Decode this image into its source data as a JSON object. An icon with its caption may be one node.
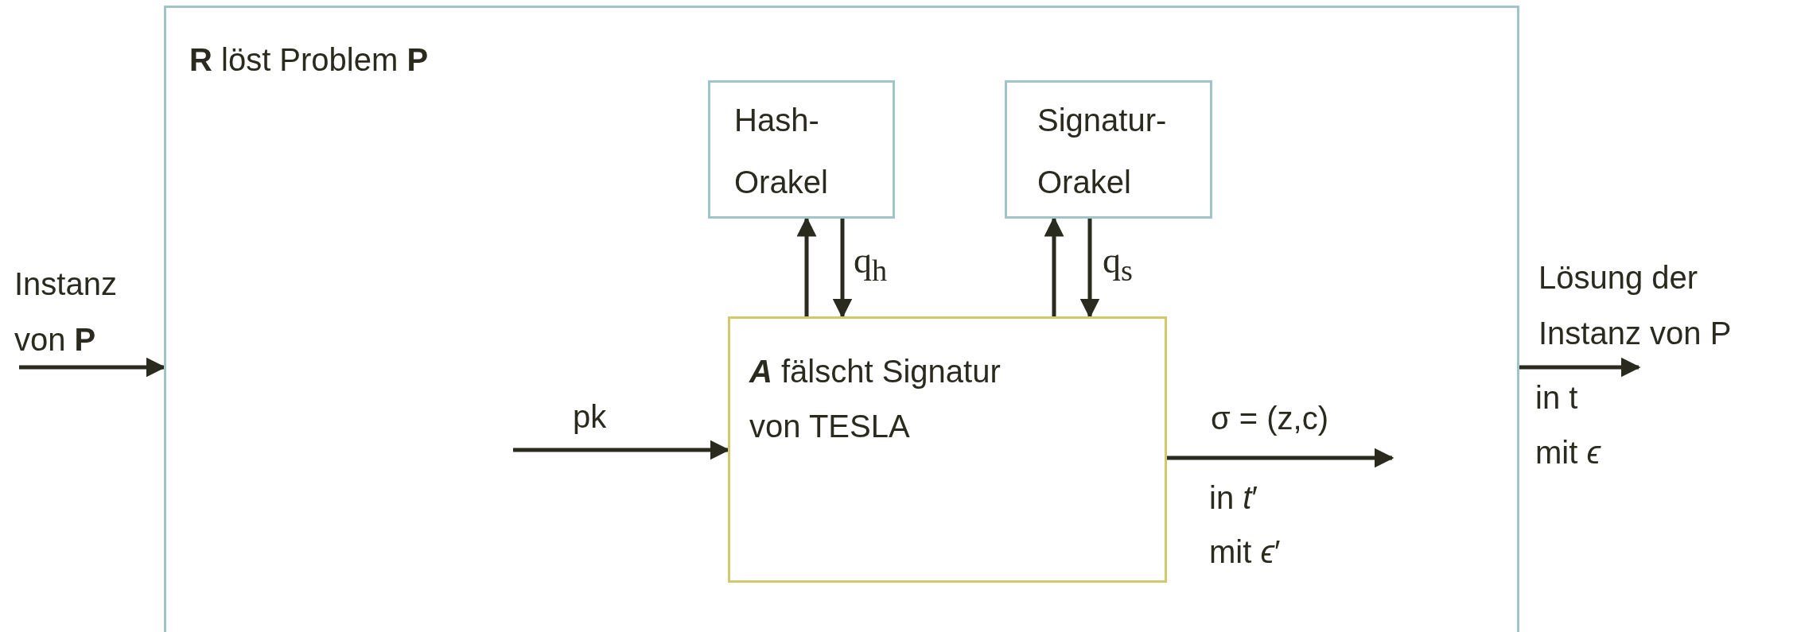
{
  "diagram": {
    "nodes": [
      {
        "text": [
          "**R** löst Problem **P**"
        ]
      },
      {
        "text": [
          "Hash- Orakel"
        ],
        "in": 0
      },
      {
        "text": [
          "Signatur- Orakel"
        ],
        "in": 0
      },
      {
        "text": [
          "**A** fälscht Signatur von TESLA"
        ],
        "in": 0
      }
    ],
    "edges": [
      {
        "from": 3,
        "to": 1,
        "arrow": "to"
      },
      {
        "from": 1,
        "to": 3,
        "arrow": "to",
        "label": "q$_{h}$"
      },
      {
        "from": 3,
        "to": 2,
        "arrow": "to"
      },
      {
        "from": 2,
        "to": 3,
        "arrow": "to",
        "label": "q$_{s}$"
      },
      {
        "from": null,
        "to": 3,
        "arrow": "to",
        "label": "pk"
      },
      {
        "from": 3,
        "to": null,
        "arrow": "to",
        "label": "σ = (z,c)"
      },
      {
        "from": null,
        "to": 0,
        "arrow": "to",
        "label": "Instanz von **P**"
      },
      {
        "from": 0,
        "to": null,
        "arrow": "to",
        "label": "Lösung der Instanz von P"
      }
    ],
    "labels": [
      "in *t*′",
      "mit *ϵ*′",
      "in t",
      "mit *ϵ*"
    ]
  }
}
